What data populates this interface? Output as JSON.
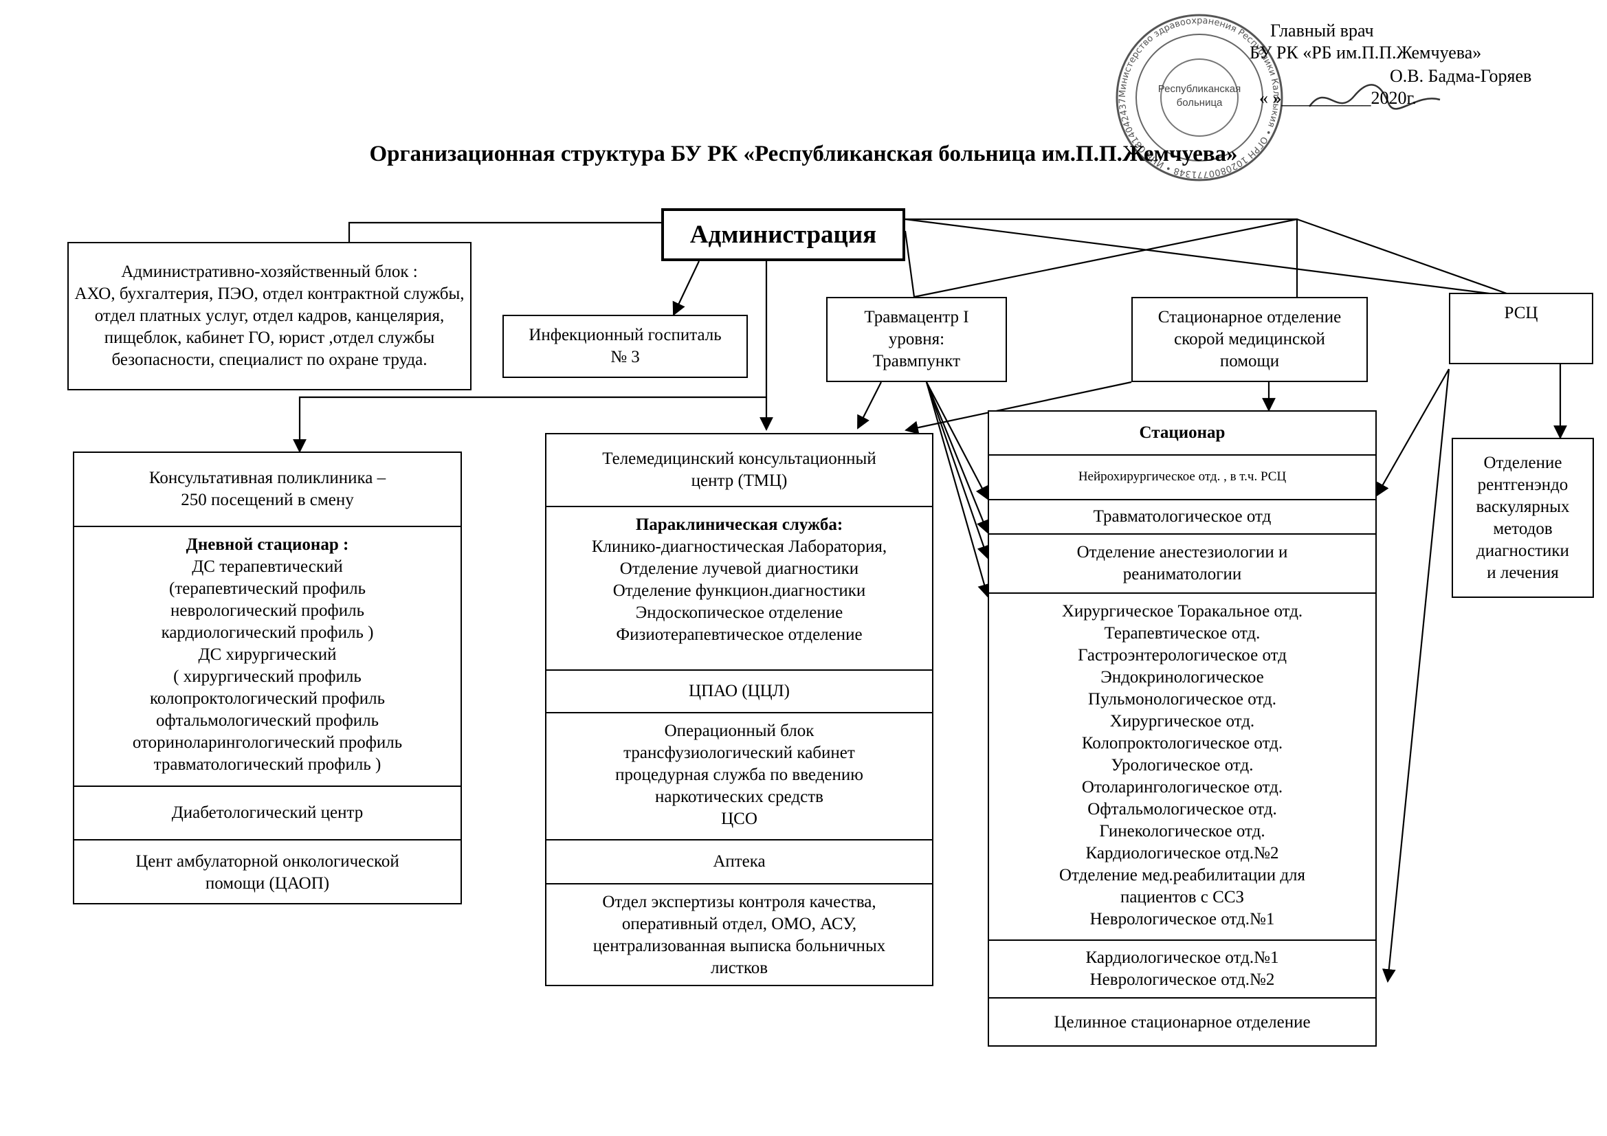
{
  "approval": {
    "line1": "Главный врач",
    "line2": "БУ РК «РБ им.П.П.Жемчуева»",
    "line3": "О.В. Бадма-Горяев",
    "line4": "«      »__________2020г."
  },
  "stamp": {
    "center_text": "Республиканская\nбольница",
    "ring_text": "Министерство здравоохранения Республики Калмыкия • ОГРН 1020800771348 • ИНН 0814042437"
  },
  "title": "Организационная структура БУ РК «Республиканская больница им.П.П.Жемчуева»",
  "nodes": {
    "admin": "Администрация",
    "aho": "Административно-хозяйственный блок :\nАХО, бухгалтерия, ПЭО, отдел контрактной службы, отдел платных услуг, отдел кадров, канцелярия, пищеблок, кабинет ГО, юрист ,отдел службы безопасности, специалист по охране труда.",
    "infect": "Инфекционный госпиталь\n№ 3",
    "trauma": "Травмацентр I\nуровня:\nТравмпункт",
    "ssmp": "Стационарное отделение\nскорой медицинской\nпомощи",
    "rsc": "РСЦ",
    "rentgen": "Отделение\nрентгенэндо\nваскулярных\nметодов\nдиагностики\nи лечения"
  },
  "polyclinic": {
    "header": "Консультативная  поликлиника –\n250 посещений в смену",
    "day_title": "Дневной стационар :",
    "day_body": "ДС терапевтический\n(терапевтический профиль\nневрологический профиль\nкардиологический профиль )\nДС хирургический\n( хирургический профиль\nколопроктологический профиль\nофтальмологический профиль\nоториноларингологический профиль\nтравматологический профиль )",
    "diabet": "Диабетологический центр",
    "oncology": "Цент амбулаторной онкологической\nпомощи (ЦАОП)"
  },
  "tmc": {
    "header": "Телемедицинский консультационный\nцентр (ТМЦ)",
    "para_title": "Параклиническая служба:",
    "para_body": "Клинико-диагностическая Лаборатория,\nОтделение лучевой диагностики\nОтделение функцион.диагностики\nЭндоскопическое отделение\nФизиотерапевтическое отделение",
    "cpao": "ЦПАО (ЦЦЛ)",
    "operblock": "Операционный блок\nтрансфузиологический кабинет\nпроцедурная служба по введению\nнаркотических средств\nЦСО",
    "pharmacy": "Аптека",
    "quality": "Отдел экспертизы контроля качества,\nоперативный отдел, ОМО, АСУ,\nцентрализованная выписка больничных\nлистков"
  },
  "hospital": {
    "header": "Стационар",
    "neuro": "Нейрохирургическое отд. , в т.ч. РСЦ",
    "trauma_dept": "Травматологическое отд",
    "anest": "Отделение анестезиологии и\nреаниматологии",
    "depts": "Хирургическое Торакальное отд.\nТерапевтическое отд.\nГастроэнтерологическое отд\nЭндокринологическое\nПульмонологическое отд.\nХирургическое отд.\nКолопроктологическое отд.\nУрологическое отд.\nОтоларингологическое отд.\nОфтальмологическое отд.\nГинекологическое отд.\nКардиологическое отд.№2\nОтделение мед.реабилитации для\nпациентов с ССЗ\nНеврологическое отд.№1",
    "cardio": "Кардиологическое отд.№1\nНеврологическое отд.№2",
    "tselin": "Целинное стационарное отделение"
  }
}
